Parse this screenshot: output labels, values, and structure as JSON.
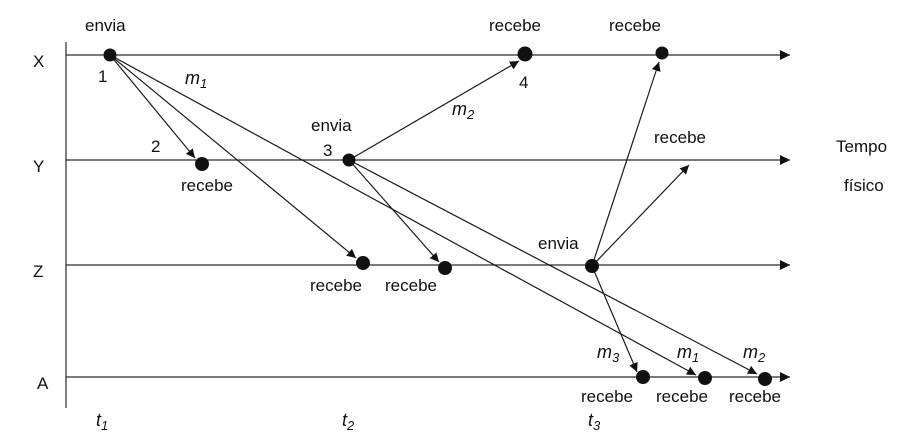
{
  "processes": [
    "X",
    "Y",
    "Z",
    "A"
  ],
  "time_axis": {
    "label_line1": "Tempo",
    "label_line2": "físico"
  },
  "time_marks": [
    {
      "name": "t",
      "sub": "1"
    },
    {
      "name": "t",
      "sub": "2"
    },
    {
      "name": "t",
      "sub": "3"
    }
  ],
  "event_labels": {
    "send": "envia",
    "receive": "recebe"
  },
  "event_numbers": [
    "1",
    "2",
    "3",
    "4"
  ],
  "messages": [
    {
      "name": "m",
      "sub": "1"
    },
    {
      "name": "m",
      "sub": "2"
    },
    {
      "name": "m",
      "sub": "3"
    }
  ]
}
